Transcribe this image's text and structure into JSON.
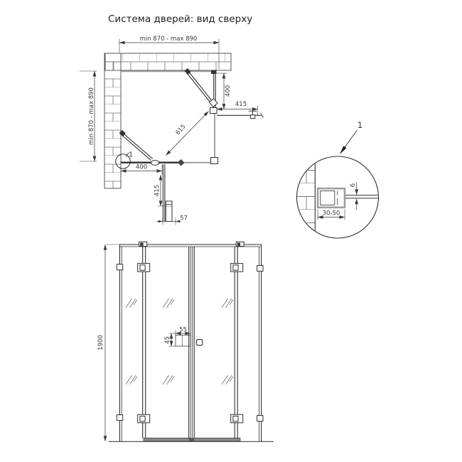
{
  "title": "Система дверей: вид сверху",
  "colors": {
    "line": "#2e2e2e",
    "dimension": "#3a3a3a",
    "tray_gray": "#a0a0a0",
    "brick_outline": "#6f6f6f",
    "profile_gray": "#9e9e9e",
    "background": "#ffffff"
  },
  "plan": {
    "dim_width": "min 870 - max 890",
    "dim_depth": "min 870 - max 890",
    "dim_side_right": "400",
    "dim_open_right": "415",
    "dim_diagonal": "615",
    "dim_side_bottom": "400",
    "dim_open_bottom": "415",
    "dim_folded": "57",
    "callout_label": "1"
  },
  "detail": {
    "callout_label": "1",
    "dim_profile_range": "30-50",
    "dim_glass_thickness": "6"
  },
  "front": {
    "dim_height": "1900",
    "dim_handle_offset_h": "55",
    "dim_handle_offset_v": "45"
  }
}
